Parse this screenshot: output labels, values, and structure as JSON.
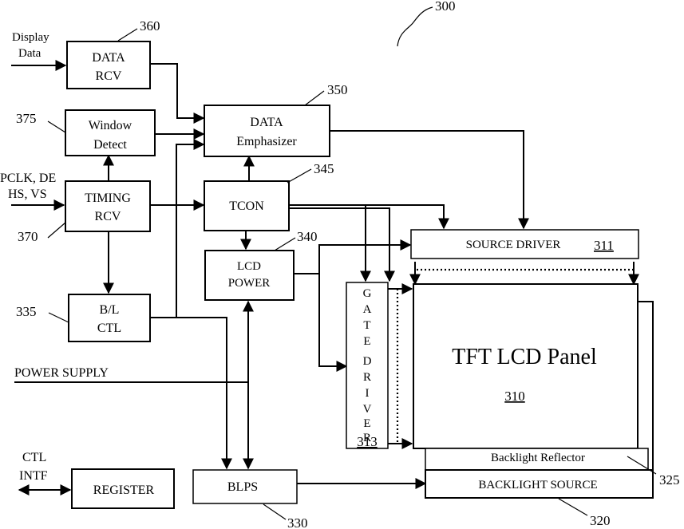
{
  "figure_ref": "300",
  "blocks": {
    "data_rcv": {
      "lines": [
        "DATA",
        "RCV"
      ],
      "ref": "360"
    },
    "window_detect": {
      "lines": [
        "Window",
        "Detect"
      ],
      "ref": "375"
    },
    "timing_rcv": {
      "lines": [
        "TIMING",
        "RCV"
      ],
      "ref": "370"
    },
    "bl_ctl": {
      "lines": [
        "B/L",
        "CTL"
      ],
      "ref": "335"
    },
    "data_emphasizer": {
      "lines": [
        "DATA",
        "Emphasizer"
      ],
      "ref": "350"
    },
    "tcon": {
      "label": "TCON",
      "ref": "345"
    },
    "lcd_power": {
      "lines": [
        "LCD",
        "POWER"
      ],
      "ref": "340"
    },
    "source_driver": {
      "label": "SOURCE DRIVER",
      "ref": "311"
    },
    "gate_driver": {
      "letters": [
        "G",
        "A",
        "T",
        "E",
        "D",
        "R",
        "I",
        "V",
        "E",
        "R"
      ],
      "ref": "313"
    },
    "tft_panel": {
      "label": "TFT LCD Panel",
      "ref": "310"
    },
    "backlight_reflector": {
      "label": "Backlight Reflector",
      "ref": "325"
    },
    "backlight_source": {
      "label": "BACKLIGHT SOURCE",
      "ref": "320"
    },
    "blps": {
      "label": "BLPS",
      "ref": "330"
    },
    "register": {
      "label": "REGISTER"
    }
  },
  "inputs": {
    "display_data": [
      "Display",
      "Data"
    ],
    "timing_signals": [
      "PCLK, DE",
      "HS, VS"
    ],
    "power_supply": "POWER SUPPLY",
    "ctl_intf": [
      "CTL",
      "INTF"
    ]
  }
}
